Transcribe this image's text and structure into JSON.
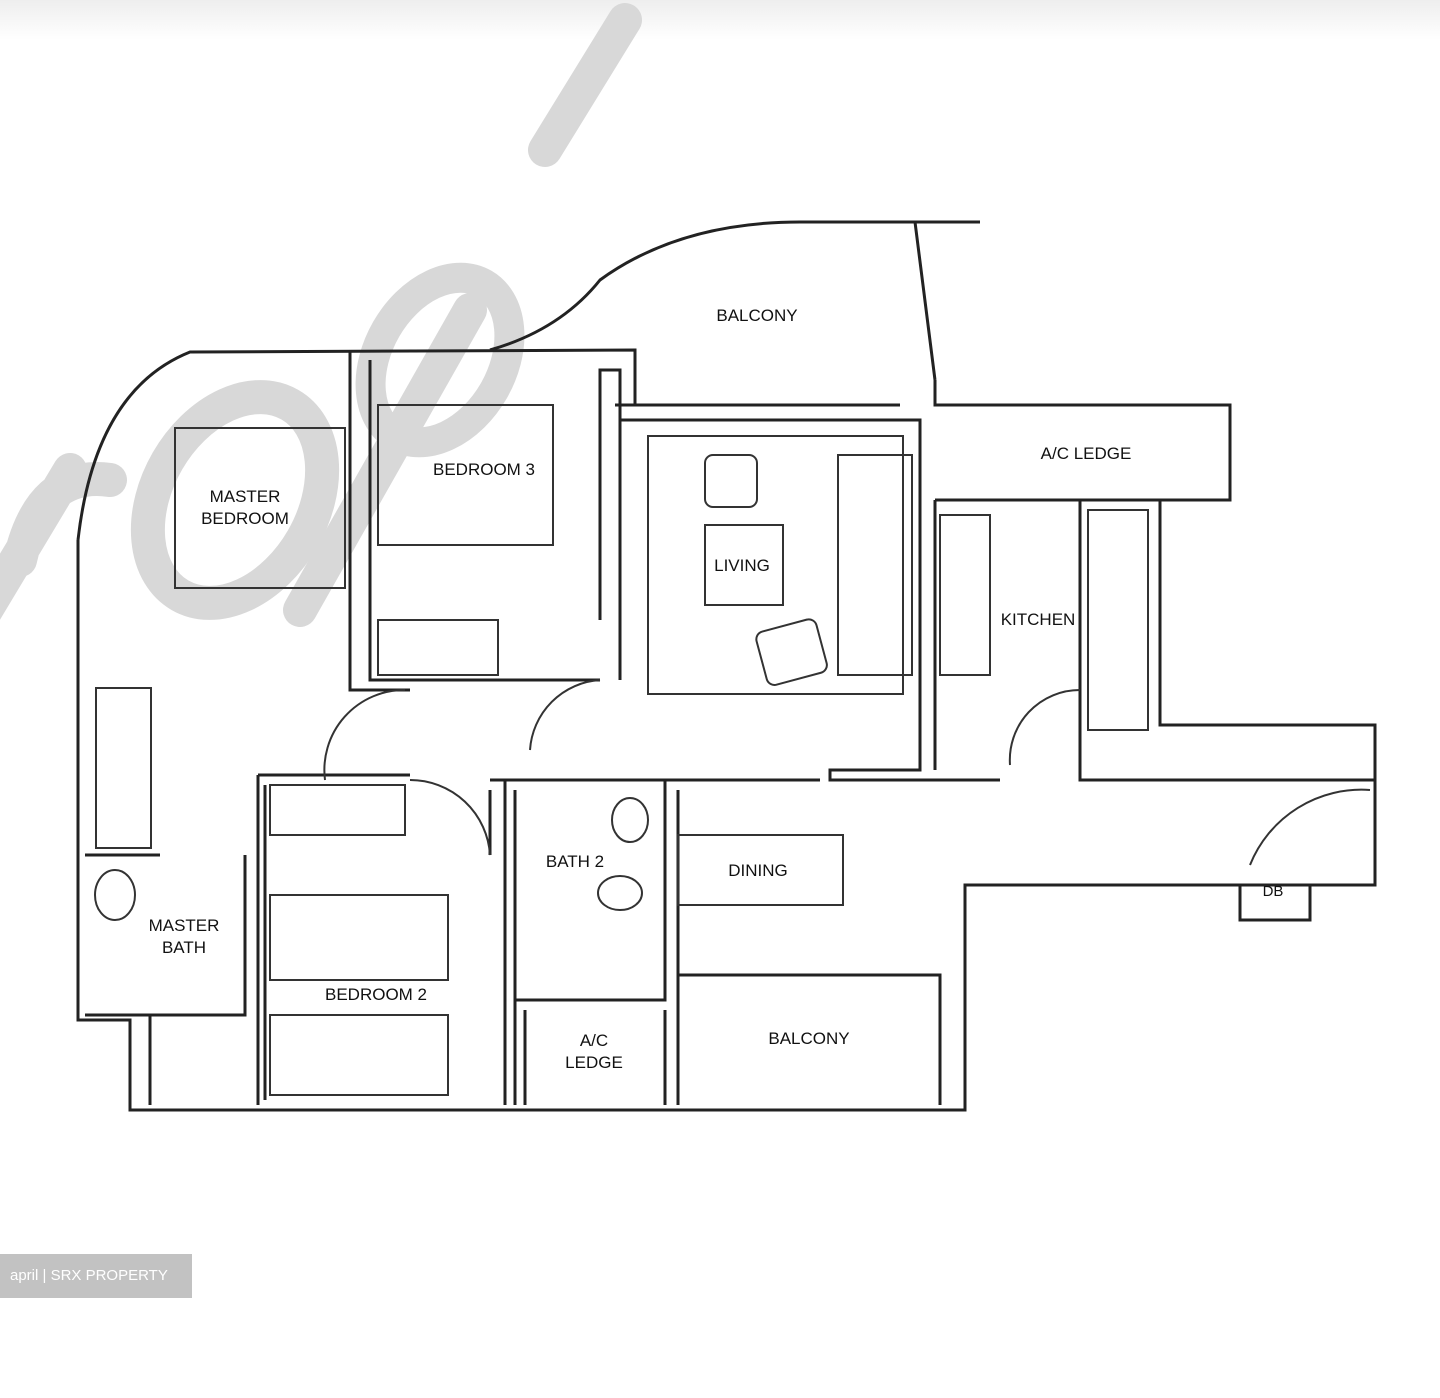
{
  "watermark": {
    "text": "ropl"
  },
  "rooms": {
    "balcony_top": "BALCONY",
    "ac_ledge_top": "A/C LEDGE",
    "master_bedroom": "MASTER\nBEDROOM",
    "bedroom3": "BEDROOM 3",
    "living": "LIVING",
    "kitchen": "KITCHEN",
    "dining": "DINING",
    "bath2": "BATH 2",
    "master_bath": "MASTER\nBATH",
    "bedroom2": "BEDROOM 2",
    "ac_ledge_bottom": "A/C\nLEDGE",
    "balcony_bottom": "BALCONY",
    "db": "DB"
  },
  "credit": "april | SRX PROPERTY"
}
